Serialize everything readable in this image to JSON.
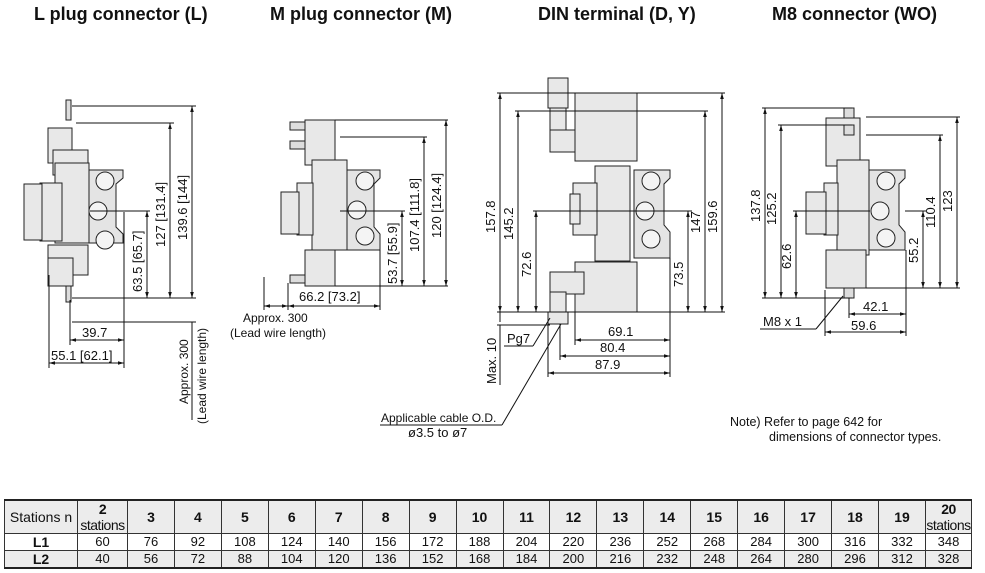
{
  "views": [
    {
      "title": "L plug connector (L)",
      "dims": {
        "h_total": "139.6 [144]",
        "h_mid": "127 [131.4]",
        "h_center": "63.5 [65.7]",
        "w1": "39.7",
        "w2": "55.1 [62.1]"
      },
      "lead": {
        "line1": "Approx. 300",
        "line2": "(Lead wire length)"
      }
    },
    {
      "title": "M plug connector (M)",
      "dims": {
        "h_total": "120 [124.4]",
        "h_mid": "107.4 [111.8]",
        "h_center": "53.7 [55.9]",
        "w1": "66.2 [73.2]"
      },
      "lead": {
        "line1": "Approx. 300",
        "line2": "(Lead wire length)"
      }
    },
    {
      "title": "DIN terminal (D, Y)",
      "dims": {
        "h_left_total": "157.8",
        "h_left_mid": "145.2",
        "h_left_center": "72.6",
        "h_right_total": "159.6",
        "h_right_mid": "147",
        "h_right_center": "73.5",
        "w1": "69.1",
        "w2": "80.4",
        "w3": "87.9",
        "max": "Max. 10"
      },
      "labels": {
        "pg": "Pg7",
        "cable_line1": "Applicable cable O.D.",
        "cable_line2": "ø3.5 to ø7"
      }
    },
    {
      "title": "M8 connector (WO)",
      "dims": {
        "h_left_total": "137.8",
        "h_left_mid": "125.2",
        "h_left_center": "62.6",
        "h_right_total": "123",
        "h_right_mid": "110.4",
        "h_right_center": "55.2",
        "w1": "42.1",
        "w2": "59.6"
      },
      "labels": {
        "thread": "M8 x 1"
      }
    }
  ],
  "note": {
    "line1": "Note) Refer to page 642 for",
    "line2": "dimensions of connector types."
  },
  "table": {
    "header_label": "Stations n",
    "first_station_num": "2",
    "first_station_word": " stations",
    "stations": [
      "3",
      "4",
      "5",
      "6",
      "7",
      "8",
      "9",
      "10",
      "11",
      "12",
      "13",
      "14",
      "15",
      "16",
      "17",
      "18",
      "19"
    ],
    "last_station_num": "20",
    "last_station_word": " stations",
    "rows": [
      {
        "label": "L1",
        "values": [
          "60",
          "76",
          "92",
          "108",
          "124",
          "140",
          "156",
          "172",
          "188",
          "204",
          "220",
          "236",
          "252",
          "268",
          "284",
          "300",
          "316",
          "332",
          "348"
        ]
      },
      {
        "label": "L2",
        "values": [
          "40",
          "56",
          "72",
          "88",
          "104",
          "120",
          "136",
          "152",
          "168",
          "184",
          "200",
          "216",
          "232",
          "248",
          "264",
          "280",
          "296",
          "312",
          "328"
        ]
      }
    ]
  }
}
